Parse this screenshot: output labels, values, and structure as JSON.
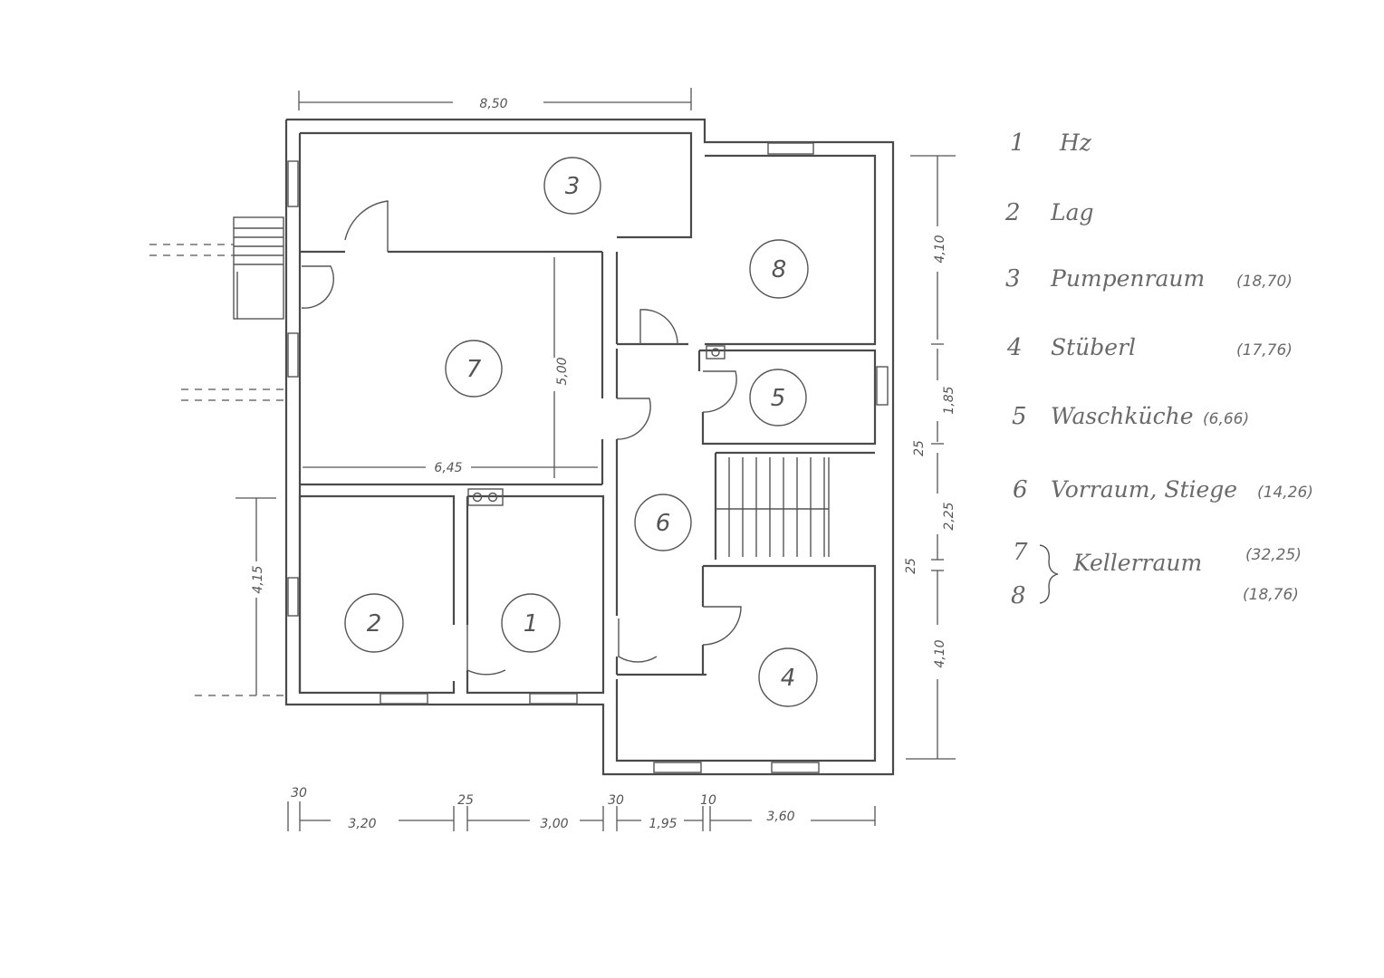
{
  "plan": {
    "rooms": [
      {
        "id": "1",
        "label": "1"
      },
      {
        "id": "2",
        "label": "2"
      },
      {
        "id": "3",
        "label": "3"
      },
      {
        "id": "4",
        "label": "4"
      },
      {
        "id": "5",
        "label": "5"
      },
      {
        "id": "6",
        "label": "6"
      },
      {
        "id": "7",
        "label": "7"
      },
      {
        "id": "8",
        "label": "8"
      }
    ],
    "dimensions": {
      "top": "8,50",
      "room7_height": "5,00",
      "room7_width": "6,45",
      "left_lower": "4,15",
      "right": [
        "4,10",
        "1,85",
        "25",
        "2,25",
        "25",
        "4,10"
      ],
      "bottom": [
        "30",
        "3,20",
        "25",
        "3,00",
        "30",
        "1,95",
        "10",
        "3,60"
      ]
    }
  },
  "legend": {
    "items": [
      {
        "num": "1",
        "name": "Hz",
        "area": ""
      },
      {
        "num": "2",
        "name": "Lag",
        "area": ""
      },
      {
        "num": "3",
        "name": "Pumpenraum",
        "area": "(18,70)"
      },
      {
        "num": "4",
        "name": "Stüberl",
        "area": "(17,76)"
      },
      {
        "num": "5",
        "name": "Waschküche",
        "area": "(6,66)"
      },
      {
        "num": "6",
        "name": "Vorraum, Stiege",
        "area": "(14,26)"
      }
    ],
    "group": {
      "nums": [
        "7",
        "8"
      ],
      "name": "Kellerraum",
      "areas": [
        "(32,25)",
        "(18,76)"
      ]
    }
  }
}
